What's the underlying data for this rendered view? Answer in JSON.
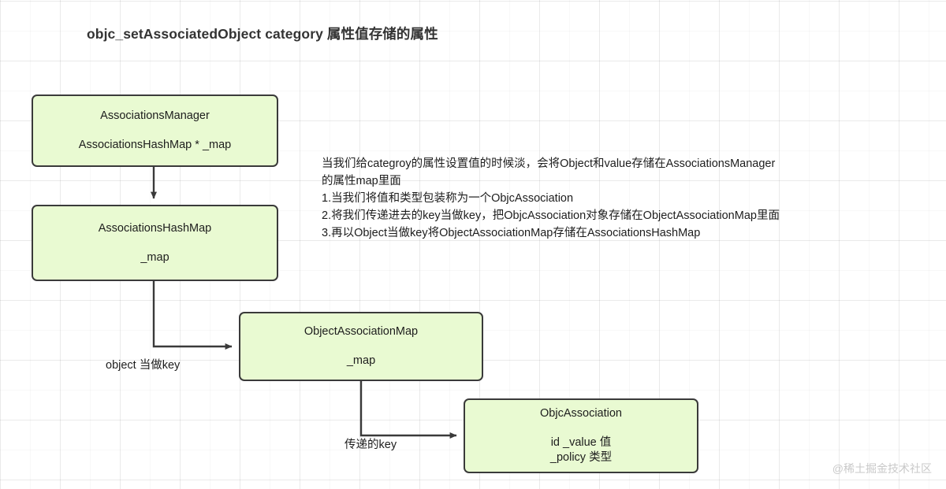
{
  "diagram": {
    "title": "objc_setAssociatedObject category 属性值存储的属性",
    "background_color": "#ffffff",
    "grid_color": "#ededed",
    "node_fill": "#e9fad2",
    "node_border": "#3a3a3a",
    "text_color": "#1d1d1d",
    "nodes": [
      {
        "id": "associations-manager",
        "lines": [
          "AssociationsManager",
          "AssociationsHashMap * _map"
        ]
      },
      {
        "id": "associations-hashmap",
        "lines": [
          "AssociationsHashMap",
          "_map"
        ]
      },
      {
        "id": "object-association-map",
        "lines": [
          "ObjectAssociationMap",
          "_map"
        ]
      },
      {
        "id": "objc-association",
        "lines": [
          "ObjcAssociation",
          "id  _value  值",
          "_policy  类型"
        ]
      }
    ],
    "edge_labels": [
      {
        "id": "object-as-key",
        "text": "object 当做key"
      },
      {
        "id": "passed-key",
        "text": "传递的key"
      }
    ],
    "description": [
      "当我们给categroy的属性设置值的时候淡，会将Object和value存储在AssociationsManager",
      "的属性map里面",
      "1.当我们将值和类型包装称为一个ObjcAssociation",
      "2.将我们传递进去的key当做key，把ObjcAssociation对象存储在ObjectAssociationMap里面",
      "3.再以Object当做key将ObjectAssociationMap存储在AssociationsHashMap"
    ],
    "watermark": "@稀土掘金技术社区"
  }
}
